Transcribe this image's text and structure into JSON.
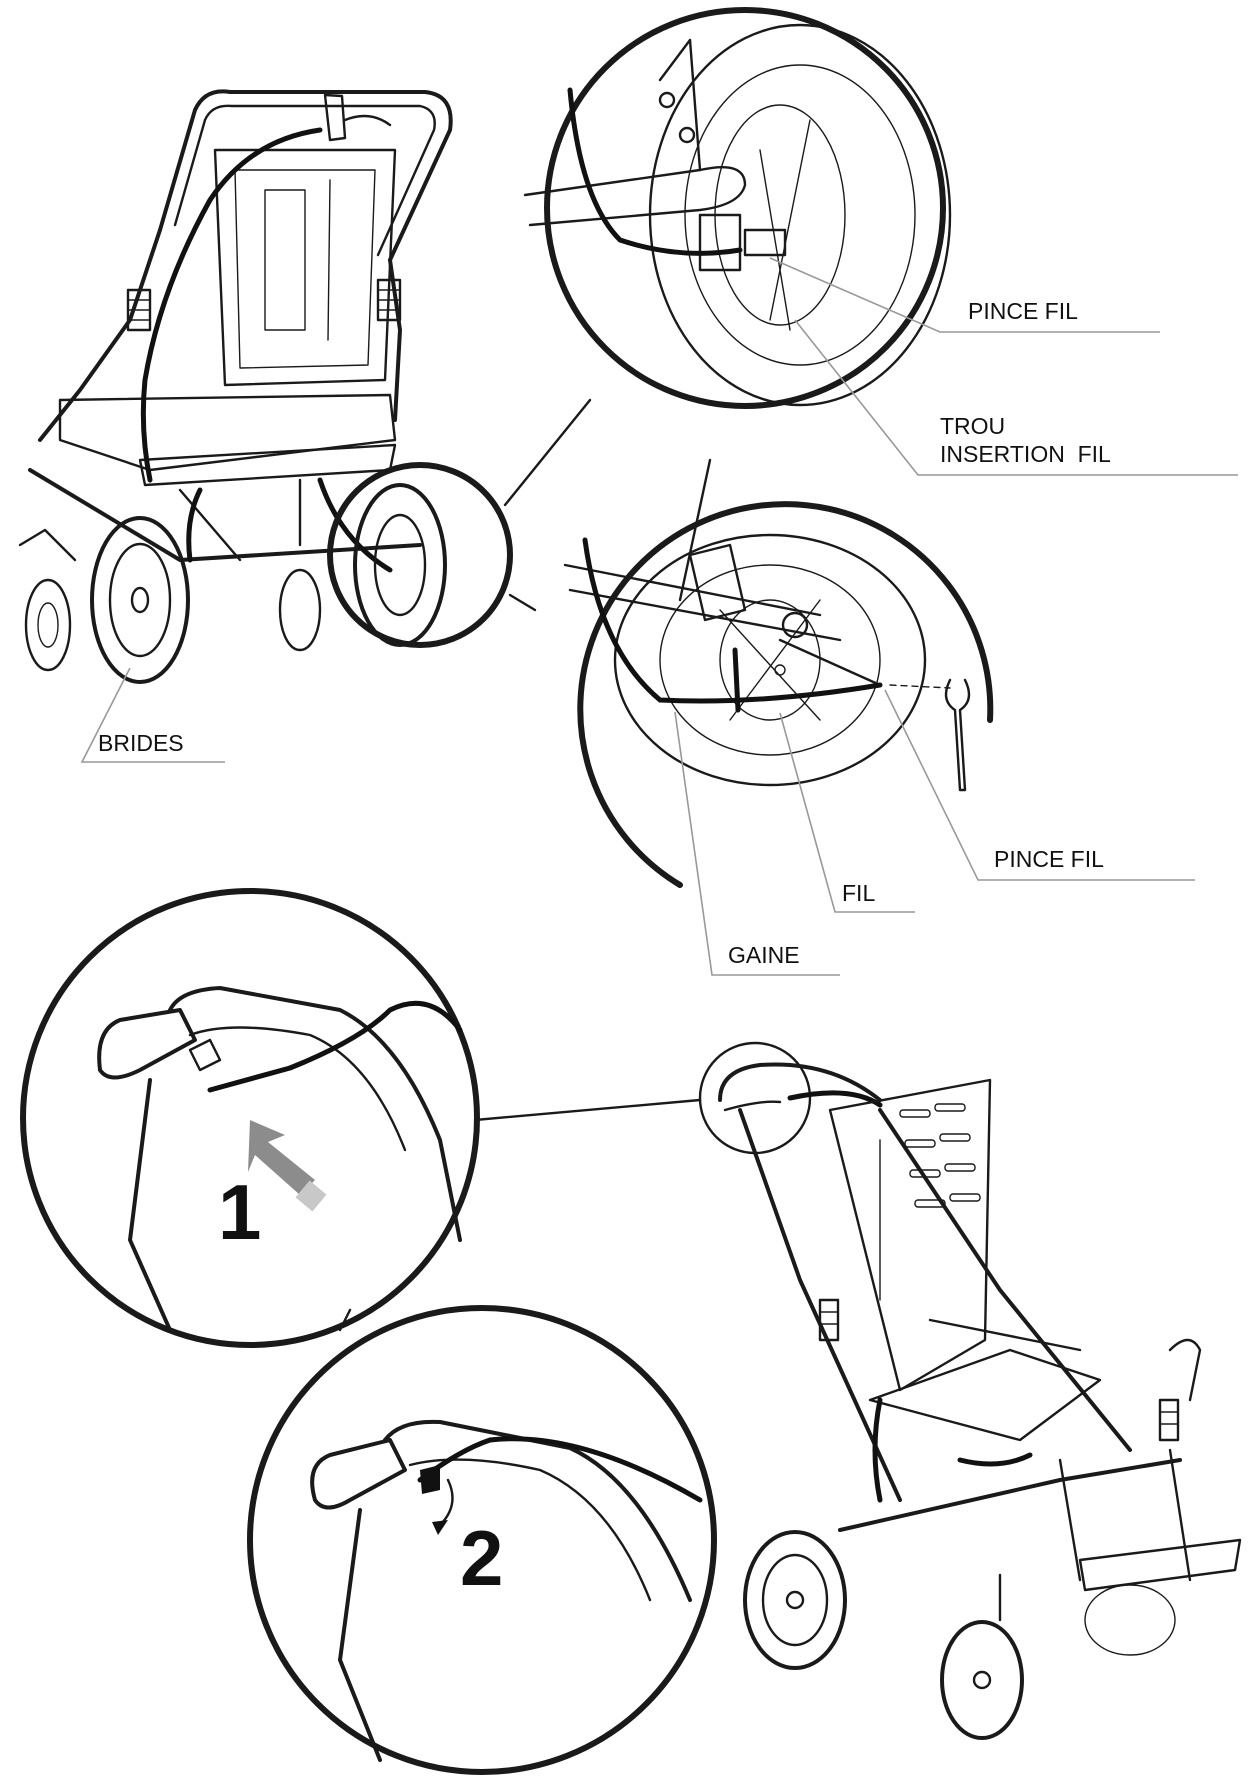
{
  "labels": {
    "pince_fil_top": "PINCE FIL",
    "trou_line1": "TROU",
    "trou_line2": "INSERTION  FIL",
    "brides": "BRIDES",
    "pince_fil_bottom": "PINCE FIL",
    "fil": "FIL",
    "gaine": "GAINE"
  },
  "steps": {
    "step1": "1",
    "step2": "2"
  },
  "colors": {
    "ink": "#1a1a1a",
    "arrow": "#8c8c8c",
    "leader": "#8a8a8a"
  }
}
